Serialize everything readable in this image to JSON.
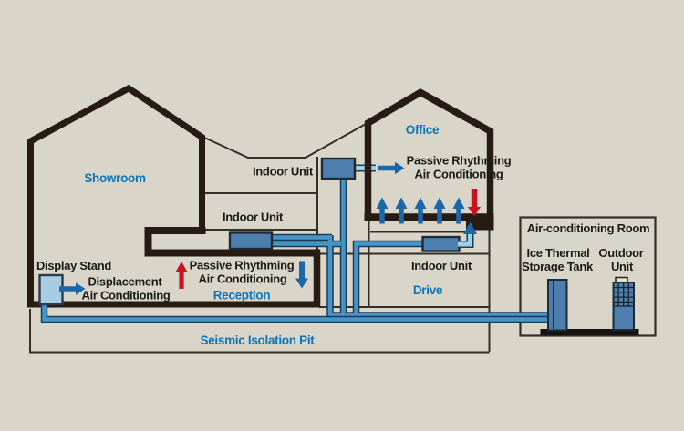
{
  "labels": {
    "showroom": "Showroom",
    "office": "Office",
    "reception": "Reception",
    "drive": "Drive",
    "seismic_pit": "Seismic Isolation Pit",
    "indoor_unit_upper": "Indoor Unit",
    "indoor_unit_lower": "Indoor Unit",
    "indoor_unit_drive": "Indoor Unit",
    "display_stand": "Display Stand",
    "displacement_l1": "Displacement",
    "displacement_l2": "Air Conditioning",
    "passive_reception_l1": "Passive Rhythming",
    "passive_reception_l2": "Air Conditioning",
    "passive_office_l1": "Passive Rhythming",
    "passive_office_l2": "Air Conditioning",
    "acroom_title": "Air-conditioning Room",
    "ice_tank_l1": "Ice Thermal",
    "ice_tank_l2": "Storage Tank",
    "outdoor_l1": "Outdoor",
    "outdoor_l2": "Unit"
  },
  "colors": {
    "background": "#d9d6c9",
    "wall": "#261c13",
    "line": "#332e28",
    "pipe": "#4596c7",
    "pipe_light": "#9fd0e8",
    "pipe_edge": "#1c3b55",
    "unit_fill": "#4d7fae",
    "stand_fill": "#a6cde2",
    "arrow_blue": "#1a67a9",
    "arrow_red": "#c9121f",
    "label_blue": "#0a75ba",
    "label_black": "#1c1a17"
  }
}
